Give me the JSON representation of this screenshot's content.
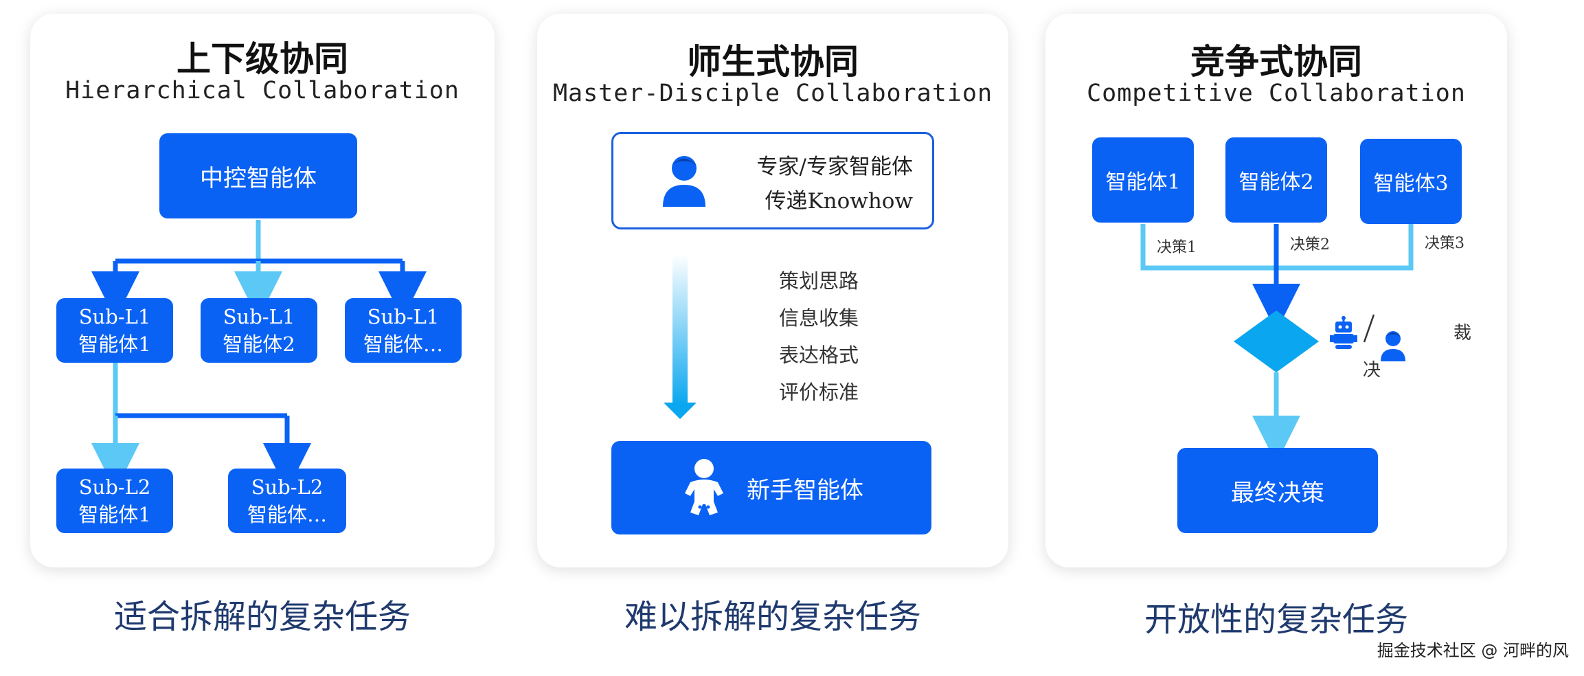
{
  "panels": [
    {
      "title_cn": "上下级协同",
      "title_en": "Hierarchical Collaboration",
      "center_agent": "中控智能体",
      "l1": [
        {
          "line1": "Sub-L1",
          "line2": "智能体1"
        },
        {
          "line1": "Sub-L1",
          "line2": "智能体2"
        },
        {
          "line1": "Sub-L1",
          "line2": "智能体…"
        }
      ],
      "l2": [
        {
          "line1": "Sub-L2",
          "line2": "智能体1"
        },
        {
          "line1": "Sub-L2",
          "line2": "智能体…"
        }
      ],
      "caption": "适合拆解的复杂任务"
    },
    {
      "title_cn": "师生式协同",
      "title_en": "Master-Disciple Collaboration",
      "expert_line1": "专家/专家智能体",
      "expert_line2": "传递Knowhow",
      "transfer_items": [
        "策划思路",
        "信息收集",
        "表达格式",
        "评价标准"
      ],
      "novice_agent": "新手智能体",
      "caption": "难以拆解的复杂任务"
    },
    {
      "title_cn": "竞争式协同",
      "title_en": "Competitive Collaboration",
      "agents": [
        "智能体1",
        "智能体2",
        "智能体3"
      ],
      "decisions": [
        "决策1",
        "决策2",
        "决策3"
      ],
      "judge_char_1": "裁",
      "judge_char_2": "决",
      "final_decision": "最终决策",
      "caption": "开放性的复杂任务"
    }
  ],
  "watermark": "掘金技术社区 @ 河畔的风",
  "colors": {
    "primary": "#0a62f5",
    "light": "#5bc8f5",
    "outline": "#1a5fe0",
    "caption": "#1f3a6e"
  },
  "icons": [
    "person-icon",
    "baby-icon",
    "robot-icon",
    "user-icon",
    "diamond-icon"
  ]
}
